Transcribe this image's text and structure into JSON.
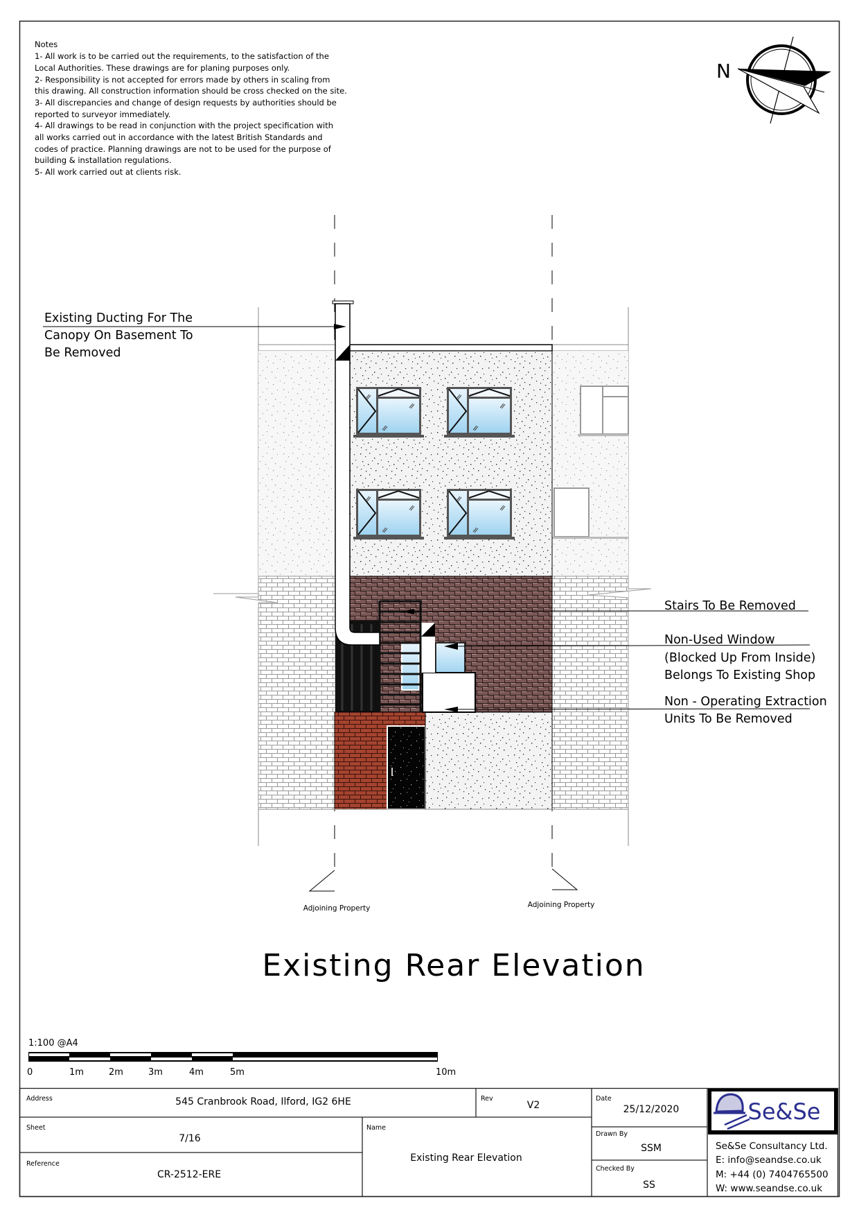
{
  "notes": {
    "heading": "Notes",
    "lines": [
      "1- All work is to be carried out the requirements, to the satisfaction of the",
      "Local Authorities. These drawings are for planing purposes only.",
      "2- Responsibility is not accepted for errors made by others in scaling from",
      "this drawing. All construction information should be cross checked on the site.",
      "3- All discrepancies and change of design requests by authorities should be",
      "reported to surveyor immediately.",
      "4- All drawings to be read in conjunction with the project specification with",
      "all works carried out in accordance with the latest British Standards and",
      "codes of practice. Planning drawings are not to be used for the purpose of",
      "building & installation regulations.",
      "5- All work carried out at clients risk."
    ]
  },
  "compass": {
    "label": "N"
  },
  "annotations": {
    "ducting": [
      "Existing Ducting For The",
      "Canopy On Basement To",
      "Be Removed"
    ],
    "stairs": [
      "Stairs To Be Removed"
    ],
    "window": [
      "Non-Used Window",
      "(Blocked Up From Inside)",
      "Belongs To Existing Shop"
    ],
    "extraction": [
      "Non - Operating Extraction",
      "Units To Be Removed"
    ],
    "adjoining_left": "Adjoining Property",
    "adjoining_right": "Adjoining Property"
  },
  "drawing_title": "Existing Rear Elevation",
  "scale": {
    "label": "1:100 @A4",
    "ticks": [
      "0",
      "1m",
      "2m",
      "3m",
      "4m",
      "5m",
      "10m"
    ]
  },
  "title_block": {
    "address_label": "Address",
    "address": "545 Cranbrook Road, Ilford, IG2 6HE",
    "rev_label": "Rev",
    "rev": "V2",
    "date_label": "Date",
    "date": "25/12/2020",
    "sheet_label": "Sheet",
    "sheet": "7/16",
    "name_label": "Name",
    "name": "Existing Rear Elevation",
    "reference_label": "Reference",
    "reference": "CR-2512-ERE",
    "drawn_by_label": "Drawn By",
    "drawn_by": "SSM",
    "checked_by_label": "Checked By",
    "checked_by": "SS",
    "logo_text": "Se&Se",
    "company": "Se&Se Consultancy Ltd.",
    "email": "E: info@seandse.co.uk",
    "mobile": "M: +44 (0) 7404765500",
    "web": "W: www.seandse.co.uk"
  },
  "colors": {
    "brown_brick": "#7b5856",
    "red_brick": "#a5432f",
    "glass": "#a9d8f2",
    "logo_blue": "#2b2f8f"
  }
}
